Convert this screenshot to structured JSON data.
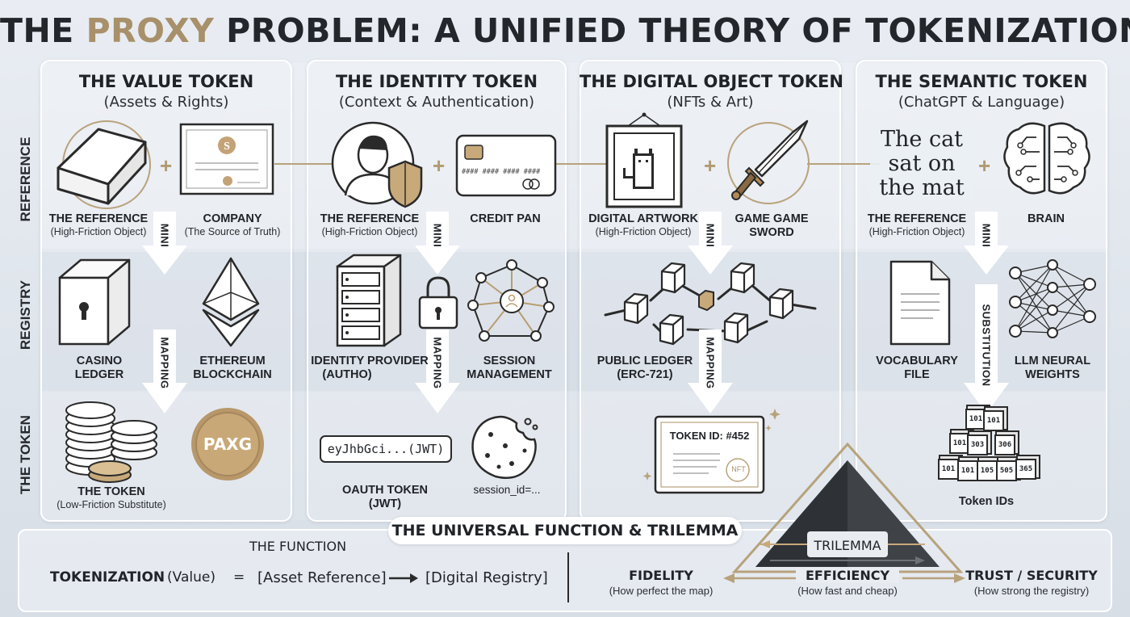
{
  "title": {
    "part1": "THE ",
    "accent": "PROXY",
    "part2": " PROBLEM: A UNIFIED THEORY OF TOKENIZATION"
  },
  "row_labels": {
    "reference": "REFERENCE",
    "registry": "REGISTRY",
    "token": "THE TOKEN"
  },
  "panels": [
    {
      "title": "THE VALUE TOKEN",
      "subtitle": "(Assets & Rights)",
      "ref_left_label": "THE REFERENCE",
      "ref_left_sub": "(High-Friction Object)",
      "ref_right_label": "COMPANY",
      "ref_right_sub": "(The Source of Truth)",
      "arrow1": "MINI",
      "arrow2": "MAPPING",
      "reg_left_1": "CASINO",
      "reg_left_2": "LEDGER",
      "reg_right_1": "ETHEREUM",
      "reg_right_2": "BLOCKCHAIN",
      "coin_text": "PAXG",
      "token_label": "THE TOKEN",
      "token_sub": "(Low-Friction Substitute)"
    },
    {
      "title": "THE IDENTITY TOKEN",
      "subtitle": "(Context & Authentication)",
      "ref_left_label": "THE REFERENCE",
      "ref_left_sub": "(High-Friction Object)",
      "ref_right_label": "CREDIT PAN",
      "card_number": "#### #### #### ####",
      "arrow1": "MINI",
      "arrow2": "MAPPING",
      "reg_left_1": "IDENTITY PROVIDER",
      "reg_left_2": "(AUTHO)",
      "reg_right_1": "SESSION",
      "reg_right_2": "MANAGEMENT",
      "jwt_box": "eyJhbGci...(JWT)",
      "token_left_1": "OAUTH TOKEN",
      "token_left_2": "(JWT)",
      "token_right": "session_id=..."
    },
    {
      "title": "THE DIGITAL OBJECT TOKEN",
      "subtitle": "(NFTs & Art)",
      "ref_left_label": "DIGITAL ARTWORK",
      "ref_left_sub": "(High-Friction Object)",
      "ref_right_label": "GAME GAME",
      "ref_right_label2": "SWORD",
      "arrow1": "MINI",
      "arrow2": "MAPPING",
      "reg_label_1": "PUBLIC LEDGER",
      "reg_label_2": "(ERC-721)",
      "token_id": "TOKEN ID: #452",
      "nft_stamp": "NFT"
    },
    {
      "title": "THE SEMANTIC TOKEN",
      "subtitle": "(ChatGPT & Language)",
      "sentence": [
        "The cat",
        "sat on",
        "the mat"
      ],
      "ref_left_label": "THE REFERENCE",
      "ref_left_sub": "(High-Friction Object)",
      "ref_right_label": "BRAIN",
      "arrow1": "MINI",
      "arrow2": "SUBSTITUTION",
      "reg_left_1": "VOCABULARY",
      "reg_left_2": "FILE",
      "reg_right_1": "LLM NEURAL",
      "reg_right_2": "WEIGHTS",
      "cube_ids": [
        "101",
        "101",
        "101",
        "303",
        "306",
        "101",
        "101",
        "105",
        "505",
        "365"
      ],
      "token_label": "Token IDs"
    }
  ],
  "bottom": {
    "pill": "THE UNIVERSAL FUNCTION & TRILEMMA",
    "function_label": "THE FUNCTION",
    "formula": {
      "lhs": "TOKENIZATION",
      "value": "(Value)",
      "eq": "=",
      "ref": "[Asset Reference]",
      "reg": "[Digital Registry]"
    },
    "trilemma": "TRILEMMA",
    "fidelity": "FIDELITY",
    "fidelity_sub": "(How perfect the map)",
    "efficiency": "EFFICIENCY",
    "efficiency_sub": "(How fast and cheap)",
    "trust": "TRUST / SECURITY",
    "trust_sub": "(How strong the registry)"
  },
  "colors": {
    "accent": "#a8906a",
    "gold": "#c8a97a",
    "dark": "#23262b"
  }
}
